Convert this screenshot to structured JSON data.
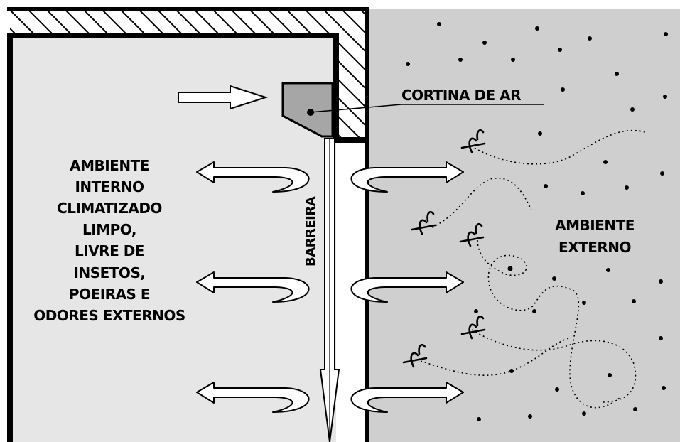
{
  "labels": {
    "curtain": "CORTINA DE AR",
    "barrier": "BARREIRA",
    "inside_lines": [
      "AMBIENTE",
      "INTERNO",
      "CLIMATIZADO",
      "LIMPO,",
      "LIVRE DE",
      "INSETOS,",
      "POEIRAS E",
      "ODORES EXTERNOS"
    ],
    "outside_lines": [
      "AMBIENTE",
      "EXTERNO"
    ]
  },
  "colors": {
    "interior_fill": "#e6e6e6",
    "exterior_fill": "#cfcfcf",
    "device_fill": "#a6a6a6",
    "line": "#000000"
  },
  "icons": {
    "intake_arrow": "hollow-right-arrow",
    "air_swirl": "curved-double-arrow",
    "insect": "insect-squiggle",
    "dust": "dust-dot"
  }
}
